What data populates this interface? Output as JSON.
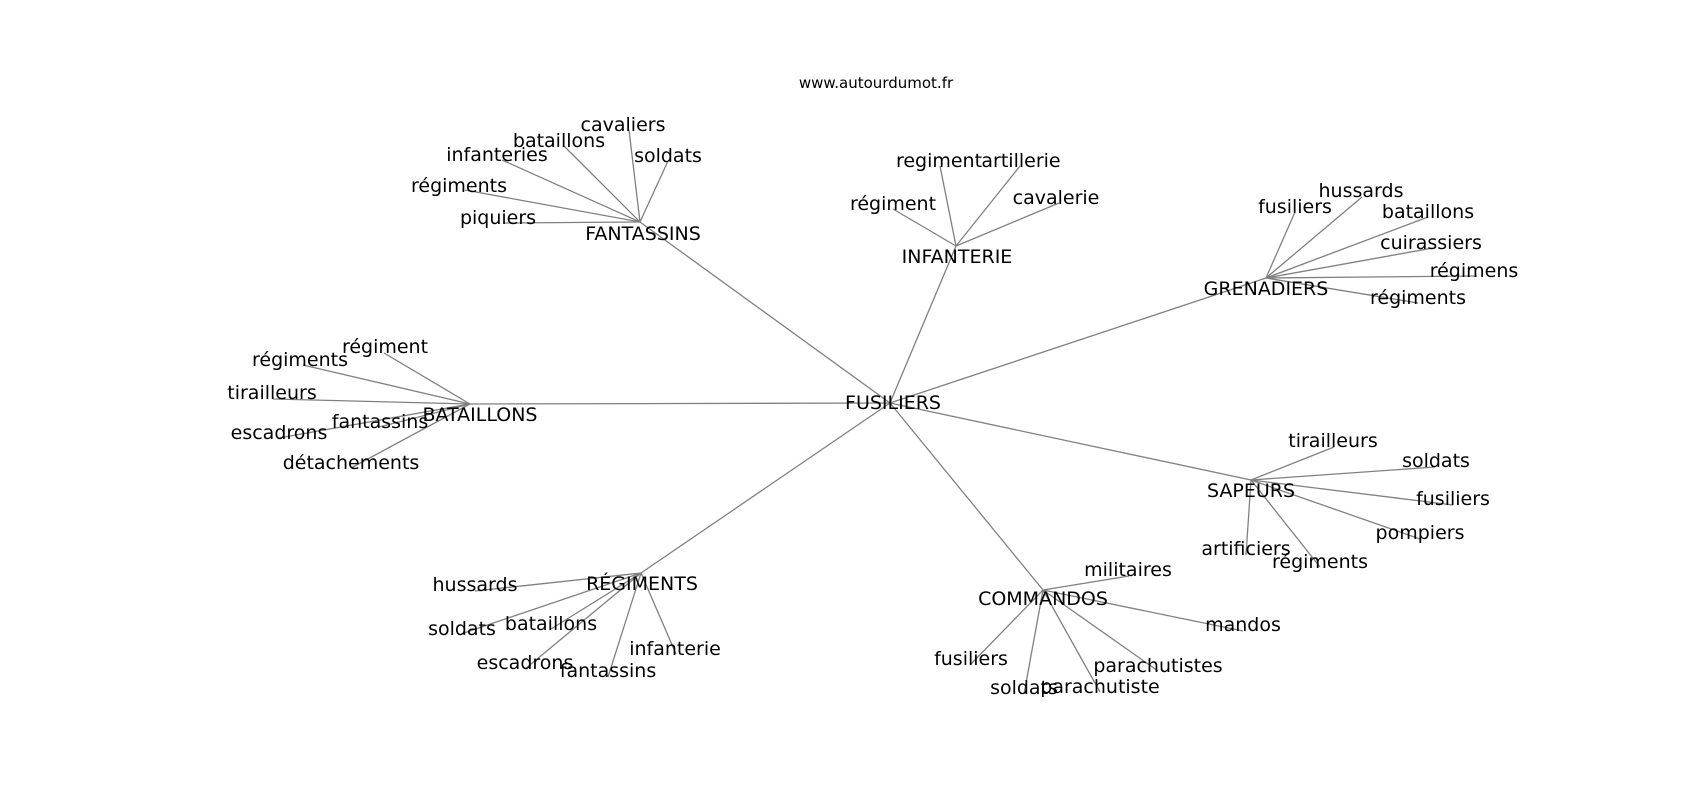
{
  "source": "www.autourdumot.fr",
  "center": "FUSILIERS",
  "edge_color": "#808080",
  "hubs": [
    {
      "id": "fantassins",
      "label": "FANTASSINS",
      "leaves": [
        "cavaliers",
        "bataillons",
        "infanteries",
        "soldats",
        "régiments",
        "piquiers"
      ]
    },
    {
      "id": "infanterie",
      "label": "INFANTERIE",
      "leaves": [
        "regiment",
        "artillerie",
        "régiment",
        "cavalerie"
      ]
    },
    {
      "id": "grenadiers",
      "label": "GRENADIERS",
      "leaves": [
        "fusiliers",
        "hussards",
        "bataillons",
        "cuirassiers",
        "régimens",
        "régiments"
      ]
    },
    {
      "id": "bataillons",
      "label": "BATAILLONS",
      "leaves": [
        "régiment",
        "régiments",
        "tirailleurs",
        "fantassins",
        "escadrons",
        "détachements"
      ]
    },
    {
      "id": "sapeurs",
      "label": "SAPEURS",
      "leaves": [
        "tirailleurs",
        "soldats",
        "fusiliers",
        "pompiers",
        "artificiers",
        "régiments"
      ]
    },
    {
      "id": "regiments",
      "label": "RÉGIMENTS",
      "leaves": [
        "hussards",
        "soldats",
        "bataillons",
        "infanterie",
        "escadrons",
        "fantassins"
      ]
    },
    {
      "id": "commandos",
      "label": "COMMANDOS",
      "leaves": [
        "militaires",
        "mandos",
        "fusiliers",
        "parachutistes",
        "soldats",
        "parachutiste"
      ]
    }
  ]
}
